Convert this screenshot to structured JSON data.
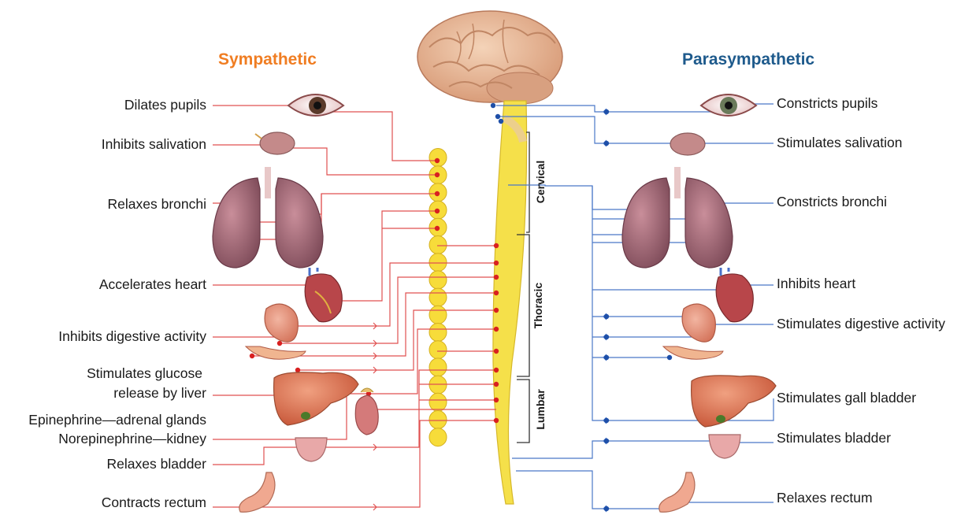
{
  "headers": {
    "sympathetic": "Sympathetic",
    "parasympathetic": "Parasympathetic"
  },
  "colors": {
    "sympathetic": "#f07d22",
    "parasympathetic": "#1e5a8c",
    "sympathetic_nerve": "#e03a3a",
    "parasympathetic_nerve": "#3f6fc7",
    "spinal_cord": "#f5e04a",
    "ganglia": "#f7dc3a"
  },
  "spinal_regions": [
    "Cervical",
    "Thoracic",
    "Lumbar"
  ],
  "sympathetic_effects": [
    "Dilates pupils",
    "Inhibits  salivation",
    "Relaxes bronchi",
    "Accelerates heart",
    "Inhibits  digestive activity",
    "Stimulates glucose",
    "release by liver",
    "Epinephrine—adrenal glands",
    "Norepinephrine—kidney",
    "Relaxes bladder",
    "Contracts rectum"
  ],
  "parasympathetic_effects": [
    "Constricts pupils",
    "Stimulates  salivation",
    "Constricts bronchi",
    "Inhibits  heart",
    "Stimulates digestive activity",
    "Stimulates gall bladder",
    "Stimulates  bladder",
    "Relaxes rectum"
  ],
  "icons": [
    "brain-icon",
    "eye-icon",
    "salivary-gland-icon",
    "lungs-icon",
    "heart-icon",
    "stomach-icon",
    "liver-icon",
    "kidney-icon",
    "bladder-icon",
    "rectum-icon"
  ]
}
